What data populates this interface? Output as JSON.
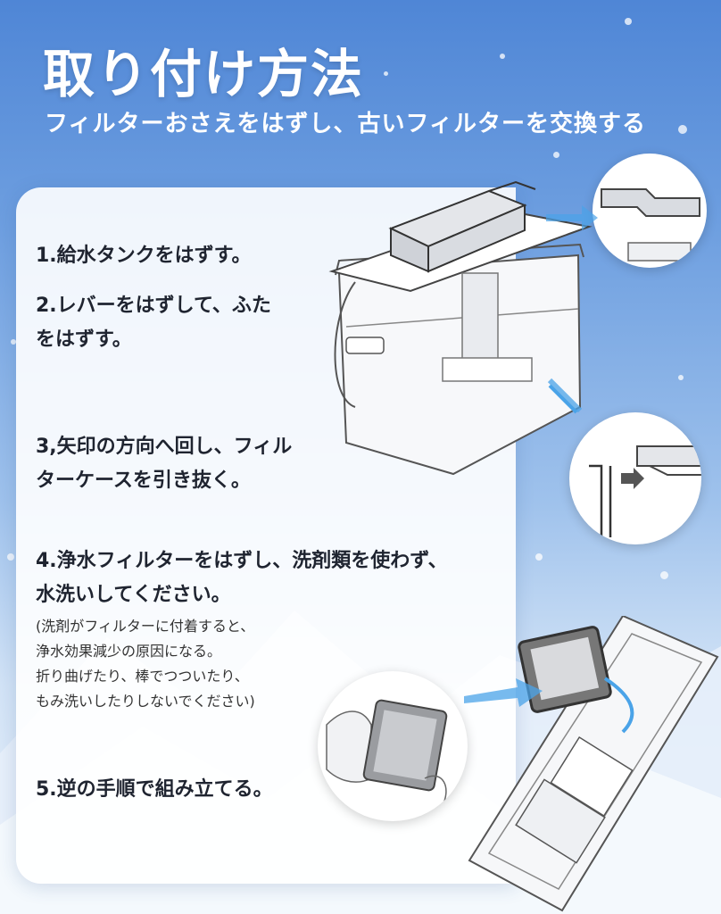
{
  "header": {
    "title": "取り付け方法",
    "subtitle": "フィルターおさえをはずし、古いフィルターを交換する"
  },
  "steps": [
    {
      "line1": "1.給水タンクをはずす。"
    },
    {
      "line1": "2.レバーをはずして、ふた",
      "line2": "をはずす。"
    },
    {
      "line1": "3,矢印の方向へ回し、フィル",
      "line2": "ターケースを引き抜く。"
    },
    {
      "line1": "4.浄水フィルターをはずし、洗剤類を使わず、",
      "line2": "水洗いしてください。"
    },
    {
      "line1": "5.逆の手順で組み立てる。"
    }
  ],
  "note": [
    "(洗剤がフィルターに付着すると、",
    "浄水効果減少の原因になる。",
    "折り曲げたり、棒でつついたり、",
    "もみ洗いしたりしないでください)"
  ],
  "icons": {
    "arrow_color": "#4aa3e8",
    "accent_colors": [
      "#4f86d6",
      "#ffffff"
    ]
  }
}
